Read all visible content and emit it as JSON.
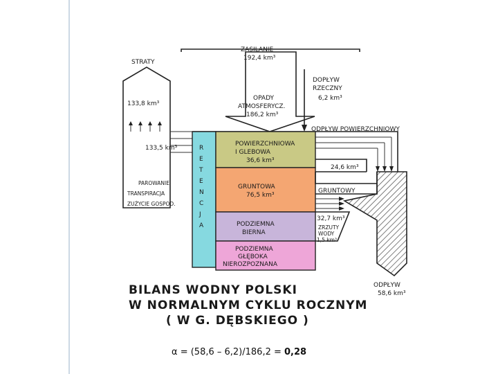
{
  "labels": {
    "zasilanie_1": "ZASILANIE",
    "zasilanie_2": "192,4 km³",
    "straty": "STRATY",
    "straty_value": "133,8 km³",
    "doplyw_rzeczny_1": "DOPŁYW",
    "doplyw_rzeczny_2": "RZECZNY",
    "doplyw_rzeczny_value": "6,2 km³",
    "opady_1": "OPADY",
    "opady_2": "ATMOSFERYCZ.",
    "opady_3": "186,2 km³",
    "odplyw_powierzchniowy": "ODPŁYW POWIERZCHNIOWY",
    "parowanie_value": "133,5 km³",
    "parowanie_1": "PAROWANIE",
    "parowanie_2": "TRANSPIRACJA",
    "parowanie_3": "ZUŻYCIE GOSPOD.",
    "retencja": [
      "R",
      "E",
      "T",
      "E",
      "N",
      "C",
      "J",
      "A"
    ],
    "powierzchniowa_1": "POWIERZCHNIOWA",
    "powierzchniowa_2": "I GLEBOWA",
    "powierzchniowa_3": "36,6 km³",
    "gruntowa_1": "GRUNTOWA",
    "gruntowa_2": "76,5 km³",
    "odplyw_24_6": "24,6 km³",
    "gruntowy": "GRUNTOWY",
    "podziemna_bierna_1": "PODZIEMNA",
    "podziemna_bierna_2": "BIERNA",
    "value_32_7": "32,7 km³",
    "zrzuty_1": "ZRZUTY",
    "zrzuty_2": "WODY",
    "zrzuty_3": "1,5 km³",
    "gleboka_1": "PODZIEMNA",
    "gleboka_2": "GŁĘBOKA",
    "gleboka_3": "NIEROZPOZNANA",
    "odplyw_total_1": "ODPŁYW",
    "odplyw_total_2": "58,6 km³"
  },
  "title": {
    "line1": "BILANS WODNY POLSKI",
    "line2": "W NORMALNYM CYKLU ROCZNYM",
    "line3": "( W G. DĘBSKIEGO )"
  },
  "formula": {
    "lhs": "α = (58,6 – 6,2)/186,2 = ",
    "result": "0,28"
  },
  "colors": {
    "retencja": "#86d9e0",
    "powierzchniowa": "#c9c985",
    "gruntowa": "#f4a672",
    "bierna": "#c8b5da",
    "gleboka": "#eea6d8",
    "hatch": "#444444"
  }
}
